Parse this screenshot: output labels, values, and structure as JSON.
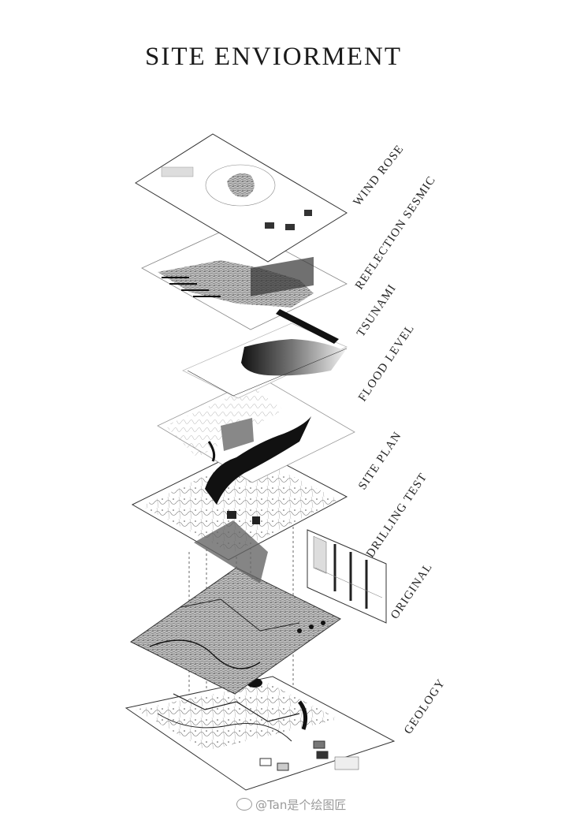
{
  "title": "SITE ENVIORMENT",
  "layers": [
    {
      "label": "WIND ROSE"
    },
    {
      "label": "REFLECTION SESMIC"
    },
    {
      "label": "TSUNAMI"
    },
    {
      "label": "FLOOD LEVEL"
    },
    {
      "label": "SITE PLAN"
    },
    {
      "label": "DRILLING TEST"
    },
    {
      "label": "ORIGINAL"
    },
    {
      "label": "GEOLOGY"
    }
  ],
  "watermark": "@Tan是个绘图匠",
  "colors": {
    "ink": "#1a1a1a",
    "grey": "#8a8a8a",
    "dark": "#111111"
  }
}
